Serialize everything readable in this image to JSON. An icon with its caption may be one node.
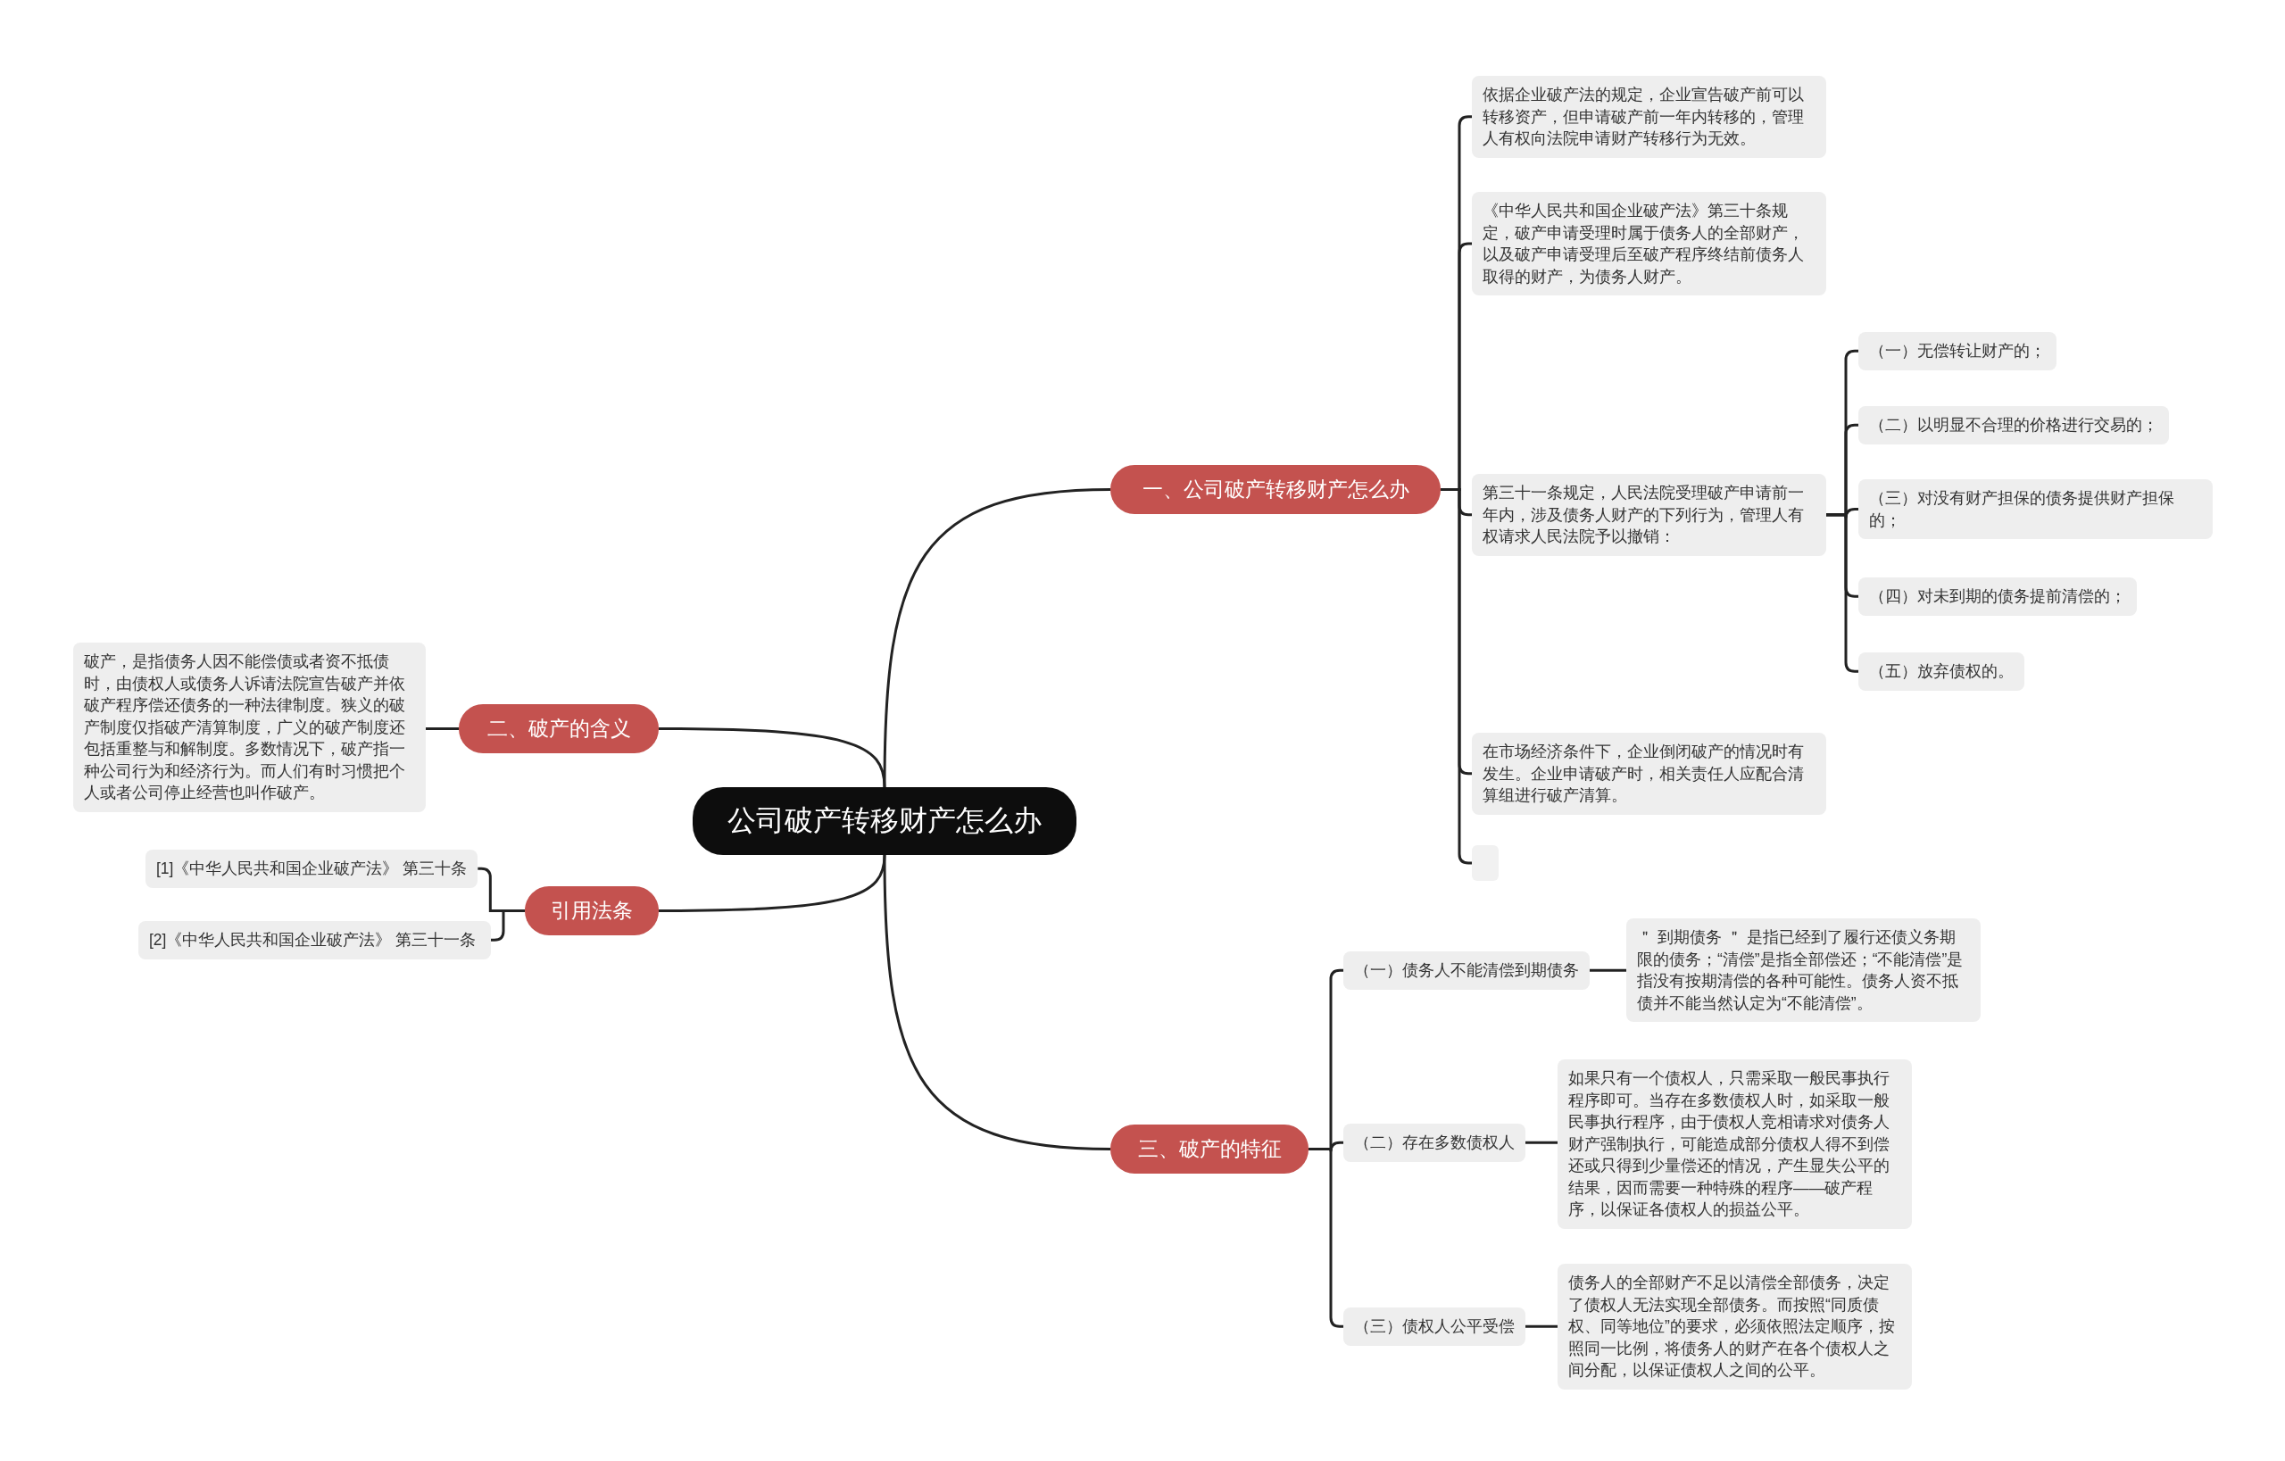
{
  "diagram": {
    "nodes": [
      {
        "text": [
          "公司破产转移财产怎么办"
        ]
      },
      {
        "text": [
          "一、公司破产转移财产怎么办"
        ]
      },
      {
        "text": [
          "依据企业破产法的规定，企业宣告破产前可以转移资产，但申请破产前一年内转移的，管理人有权向法院申请财产转移行为无效。"
        ]
      },
      {
        "text": [
          "《中华人民共和国企业破产法》第三十条规定，破产申请受理时属于债务人的全部财产，以及破产申请受理后至破产程序终结前债务人取得的财产，为债务人财产。"
        ]
      },
      {
        "text": [
          "第三十一条规定，人民法院受理破产申请前一年内，涉及债务人财产的下列行为，管理人有权请求人民法院予以撤销："
        ]
      },
      {
        "text": [
          "（一）无偿转让财产的；"
        ]
      },
      {
        "text": [
          "（二）以明显不合理的价格进行交易的；"
        ]
      },
      {
        "text": [
          "（三）对没有财产担保的债务提供财产担保的；"
        ]
      },
      {
        "text": [
          "（四）对未到期的债务提前清偿的；"
        ]
      },
      {
        "text": [
          "（五）放弃债权的。"
        ]
      },
      {
        "text": [
          "在市场经济条件下，企业倒闭破产的情况时有发生。企业申请破产时，相关责任人应配合清算组进行破产清算。"
        ]
      },
      {
        "text": [],
        "shape": "box"
      },
      {
        "text": [
          "二、破产的含义"
        ]
      },
      {
        "text": [
          "破产，是指债务人因不能偿债或者资不抵债时，由债权人或债务人诉请法院宣告破产并依破产程序偿还债务的一种法律制度。狭义的破产制度仅指破产清算制度，广义的破产制度还包括重整与和解制度。多数情况下，破产指一种公司行为和经济行为。而人们有时习惯把个人或者公司停止经营也叫作破产。"
        ]
      },
      {
        "text": [
          "引用法条"
        ]
      },
      {
        "text": [
          "[1]《中华人民共和国企业破产法》 第三十条"
        ]
      },
      {
        "text": [
          "[2]《中华人民共和国企业破产法》 第三十一条"
        ]
      },
      {
        "text": [
          "三、破产的特征"
        ]
      },
      {
        "text": [
          "（一）债务人不能清偿到期债务"
        ]
      },
      {
        "text": [
          "＂ 到期债务 ＂ 是指已经到了履行还债义务期限的债务；“清偿”是指全部偿还；“不能清偿”是指没有按期清偿的各种可能性。债务人资不抵债并不能当然认定为“不能清偿”。"
        ]
      },
      {
        "text": [
          "（二）存在多数债权人"
        ]
      },
      {
        "text": [
          "如果只有一个债权人，只需采取一般民事执行程序即可。当存在多数债权人时，如采取一般民事执行程序，由于债权人竞相请求对债务人财产强制执行，可能造成部分债权人得不到偿还或只得到少量偿还的情况，产生显失公平的结果，因而需要一种特殊的程序——破产程序，以保证各债权人的损益公平。"
        ]
      },
      {
        "text": [
          "（三）债权人公平受偿"
        ]
      },
      {
        "text": [
          "债务人的全部财产不足以清偿全部债务，决定了债权人无法实现全部债务。而按照“同质债权、同等地位”的要求，必须依照法定顺序，按照同一比例，将债务人的财产在各个债权人之间分配，以保证债权人之间的公平。"
        ]
      }
    ],
    "edges": [
      {
        "from": 0,
        "to": 1,
        "arrow": "none"
      },
      {
        "from": 1,
        "to": 2,
        "arrow": "none"
      },
      {
        "from": 1,
        "to": 3,
        "arrow": "none"
      },
      {
        "from": 1,
        "to": 4,
        "arrow": "none"
      },
      {
        "from": 4,
        "to": 5,
        "arrow": "none"
      },
      {
        "from": 4,
        "to": 6,
        "arrow": "none"
      },
      {
        "from": 4,
        "to": 7,
        "arrow": "none"
      },
      {
        "from": 4,
        "to": 8,
        "arrow": "none"
      },
      {
        "from": 4,
        "to": 9,
        "arrow": "none"
      },
      {
        "from": 1,
        "to": 10,
        "arrow": "none"
      },
      {
        "from": 1,
        "to": 11,
        "arrow": "none"
      },
      {
        "from": 0,
        "to": 12,
        "arrow": "none"
      },
      {
        "from": 12,
        "to": 13,
        "arrow": "none"
      },
      {
        "from": 0,
        "to": 14,
        "arrow": "none"
      },
      {
        "from": 14,
        "to": 15,
        "arrow": "none"
      },
      {
        "from": 14,
        "to": 16,
        "arrow": "none"
      },
      {
        "from": 0,
        "to": 17,
        "arrow": "none"
      },
      {
        "from": 17,
        "to": 18,
        "arrow": "none"
      },
      {
        "from": 18,
        "to": 19,
        "arrow": "none"
      },
      {
        "from": 17,
        "to": 20,
        "arrow": "none"
      },
      {
        "from": 20,
        "to": 21,
        "arrow": "none"
      },
      {
        "from": 17,
        "to": 22,
        "arrow": "none"
      },
      {
        "from": 22,
        "to": 23,
        "arrow": "none"
      }
    ]
  }
}
